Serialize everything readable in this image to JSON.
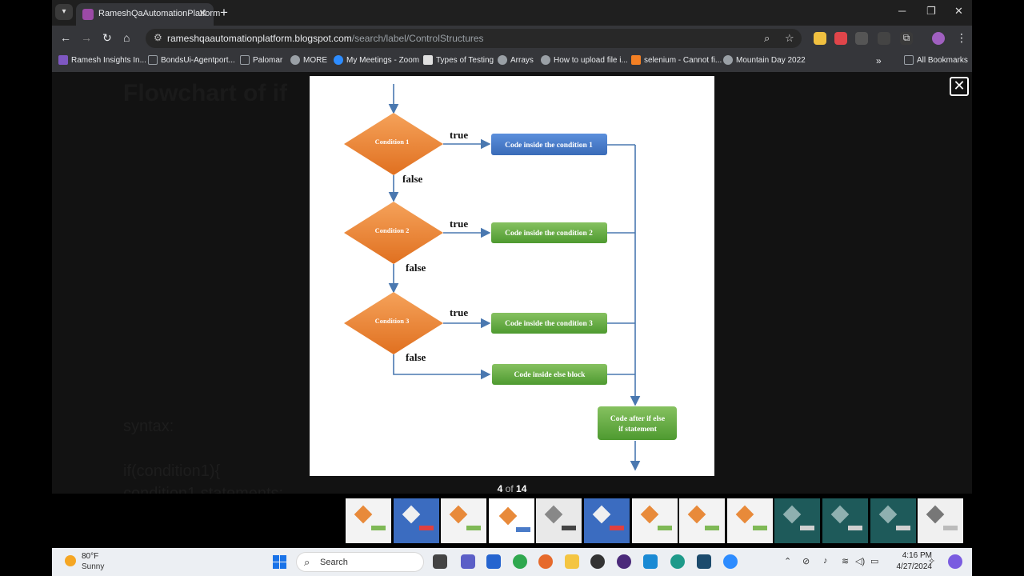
{
  "browser": {
    "tab_title": "RameshQaAutomationPlatform",
    "url_host": "rameshqaautomationplatform.blogspot.com",
    "url_path": "/search/label/ControlStructures",
    "bookmarks": [
      {
        "label": "Ramesh Insights In...",
        "icon": "profile-icon",
        "color": "#7e57c2"
      },
      {
        "label": "BondsUi-Agentport...",
        "icon": "folder-icon",
        "color": "#9aa0a6"
      },
      {
        "label": "Palomar",
        "icon": "folder-icon",
        "color": "#9aa0a6"
      },
      {
        "label": "MORE",
        "icon": "globe-icon",
        "color": "#9aa0a6"
      },
      {
        "label": "My Meetings - Zoom",
        "icon": "zoom-icon",
        "color": "#2d8cff"
      },
      {
        "label": "Types of Testing",
        "icon": "doc-icon",
        "color": "#e0e0e0"
      },
      {
        "label": "Arrays",
        "icon": "globe-icon",
        "color": "#9aa0a6"
      },
      {
        "label": "How to upload file i...",
        "icon": "globe-icon",
        "color": "#9aa0a6"
      },
      {
        "label": "selenium - Cannot fi...",
        "icon": "stackoverflow-icon",
        "color": "#f48024"
      },
      {
        "label": "Mountain Day 2022",
        "icon": "globe-icon",
        "color": "#9aa0a6"
      }
    ],
    "all_bookmarks_label": "All Bookmarks"
  },
  "page": {
    "heading": "Flowchart of if",
    "syntax_label": "syntax:",
    "code_line1": "if(condition1){",
    "code_line2": " condition1 statements;"
  },
  "lightbox": {
    "current": "4",
    "of_label": "of",
    "total": "14"
  },
  "diagram": {
    "conditions": [
      "Condition 1",
      "Condition 2",
      "Condition 3"
    ],
    "true_label": "true",
    "false_label": "false",
    "blocks": [
      "Code inside the condition 1",
      "Code inside the condition 2",
      "Code inside the condition 3",
      "Code inside else block"
    ],
    "after_block_line1": "Code after if else",
    "after_block_line2": "if statement",
    "colors": {
      "diamond": "#ee8a3c",
      "block1": "#4a7bc8",
      "block_green": "#6aaa45",
      "arrow": "#4a78b0"
    }
  },
  "thumbnails": [
    {
      "kind": "flow-small"
    },
    {
      "kind": "blue-text"
    },
    {
      "kind": "flow-small"
    },
    {
      "kind": "flow-active"
    },
    {
      "kind": "flow-grey"
    },
    {
      "kind": "blue-text"
    },
    {
      "kind": "flow-small"
    },
    {
      "kind": "flow-small"
    },
    {
      "kind": "flow-small"
    },
    {
      "kind": "teal"
    },
    {
      "kind": "teal"
    },
    {
      "kind": "teal"
    },
    {
      "kind": "grey-diagram"
    }
  ],
  "taskbar": {
    "temperature": "80°F",
    "weather": "Sunny",
    "search_label": "Search",
    "time": "4:16 PM",
    "date": "4/27/2024"
  }
}
